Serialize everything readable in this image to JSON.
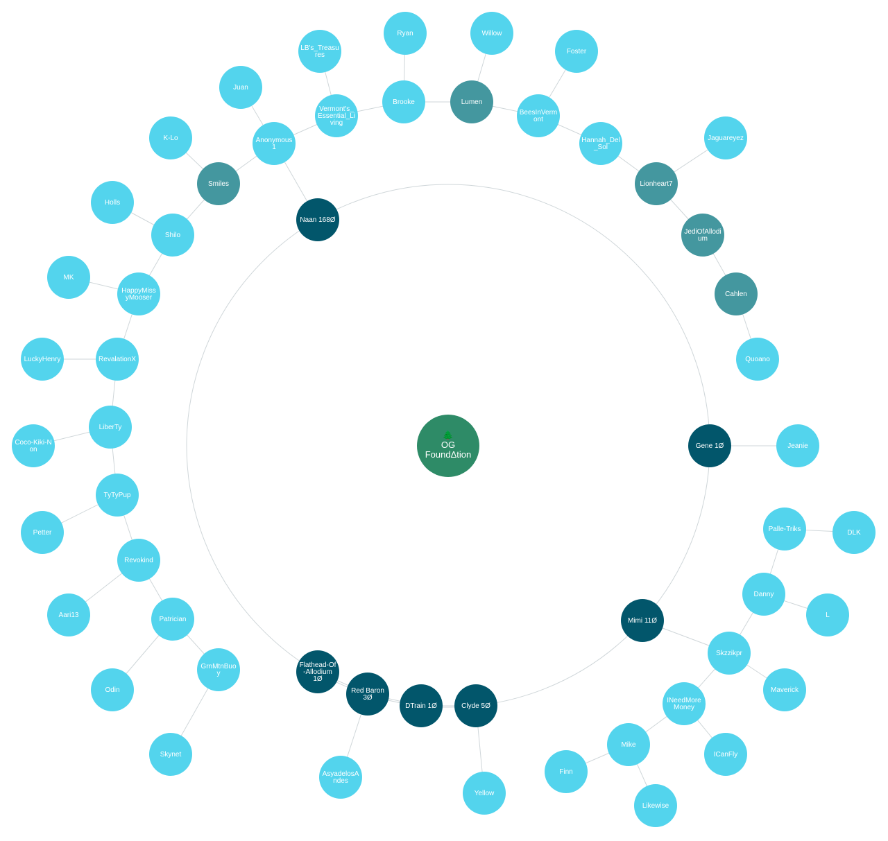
{
  "colors": {
    "root": "#2e8b67",
    "member": "#02566b",
    "linked": "#44979f",
    "leaf": "#53d4ed",
    "edge": "#cfd6d9",
    "text": "#ffffff"
  },
  "root": {
    "id": "og",
    "lines": [
      "🌲",
      "OG",
      "FoundΔtion"
    ]
  },
  "ring_members": [
    "naan",
    "gene",
    "mimi",
    "clyde",
    "dtrain",
    "redbaron",
    "flathead"
  ],
  "nodes": [
    {
      "id": "og",
      "label": "OG FoundΔtion",
      "kind": "root"
    },
    {
      "id": "naan",
      "label": "Naan 168Ø",
      "kind": "member"
    },
    {
      "id": "gene",
      "label": "Gene 1Ø",
      "kind": "member"
    },
    {
      "id": "mimi",
      "label": "Mimi 11Ø",
      "kind": "member"
    },
    {
      "id": "clyde",
      "label": "Clyde 5Ø",
      "kind": "member"
    },
    {
      "id": "dtrain",
      "label": "DTrain 1Ø",
      "kind": "member"
    },
    {
      "id": "redbaron",
      "label": "Red Baron 3Ø",
      "kind": "member"
    },
    {
      "id": "flathead",
      "label": "Flathead-Of-Allodium 1Ø",
      "kind": "member"
    },
    {
      "id": "smiles",
      "label": "Smiles",
      "kind": "linked"
    },
    {
      "id": "lumen",
      "label": "Lumen",
      "kind": "linked"
    },
    {
      "id": "lionheart7",
      "label": "Lionheart7",
      "kind": "linked"
    },
    {
      "id": "jedi",
      "label": "JediOfAllodium",
      "kind": "linked"
    },
    {
      "id": "cahlen",
      "label": "Cahlen",
      "kind": "linked"
    },
    {
      "id": "anonymous1",
      "label": "Anonymous1",
      "kind": "leaf"
    },
    {
      "id": "juan",
      "label": "Juan",
      "kind": "leaf"
    },
    {
      "id": "vermonts",
      "label": "Vermont's_Essential_Living",
      "kind": "leaf"
    },
    {
      "id": "lbs",
      "label": "LB's_Treasures",
      "kind": "leaf"
    },
    {
      "id": "brooke",
      "label": "Brooke",
      "kind": "leaf"
    },
    {
      "id": "ryan",
      "label": "Ryan",
      "kind": "leaf"
    },
    {
      "id": "willow",
      "label": "Willow",
      "kind": "leaf"
    },
    {
      "id": "bees",
      "label": "BeesInVermont",
      "kind": "leaf"
    },
    {
      "id": "foster",
      "label": "Foster",
      "kind": "leaf"
    },
    {
      "id": "hannah",
      "label": "Hannah_Del_Sol",
      "kind": "leaf"
    },
    {
      "id": "jaguareyez",
      "label": "Jaguareyez",
      "kind": "leaf"
    },
    {
      "id": "quoano",
      "label": "Quoano",
      "kind": "leaf"
    },
    {
      "id": "jeanie",
      "label": "Jeanie",
      "kind": "leaf"
    },
    {
      "id": "kllo",
      "label": "K-Lo",
      "kind": "leaf"
    },
    {
      "id": "holls",
      "label": "Holls",
      "kind": "leaf"
    },
    {
      "id": "shilo",
      "label": "Shilo",
      "kind": "leaf"
    },
    {
      "id": "mk",
      "label": "MK",
      "kind": "leaf"
    },
    {
      "id": "happymiss",
      "label": "HappyMissyMooser",
      "kind": "leaf"
    },
    {
      "id": "luckyhenry",
      "label": "LuckyHenry",
      "kind": "leaf"
    },
    {
      "id": "revelationx",
      "label": "RevalationX",
      "kind": "leaf"
    },
    {
      "id": "liberty",
      "label": "LiberTy",
      "kind": "leaf"
    },
    {
      "id": "coco",
      "label": "Coco-Kiki-Non",
      "kind": "leaf"
    },
    {
      "id": "tytypup",
      "label": "TyTyPup",
      "kind": "leaf"
    },
    {
      "id": "petter",
      "label": "Petter",
      "kind": "leaf"
    },
    {
      "id": "revokind",
      "label": "Revokind",
      "kind": "leaf"
    },
    {
      "id": "aari13",
      "label": "Aari13",
      "kind": "leaf"
    },
    {
      "id": "patrician",
      "label": "Patrician",
      "kind": "leaf"
    },
    {
      "id": "odin",
      "label": "Odin",
      "kind": "leaf"
    },
    {
      "id": "grnmtn",
      "label": "GrnMtnBuoy",
      "kind": "leaf"
    },
    {
      "id": "skynet",
      "label": "Skynet",
      "kind": "leaf"
    },
    {
      "id": "asyadelos",
      "label": "AsyadelosAndes",
      "kind": "leaf"
    },
    {
      "id": "yellow",
      "label": "Yellow",
      "kind": "leaf"
    },
    {
      "id": "pallet",
      "label": "Palle-Triks",
      "kind": "leaf"
    },
    {
      "id": "dlk",
      "label": "DLK",
      "kind": "leaf"
    },
    {
      "id": "danny",
      "label": "Danny",
      "kind": "leaf"
    },
    {
      "id": "l",
      "label": "L",
      "kind": "leaf"
    },
    {
      "id": "skzzikpr",
      "label": "Skzzikpr",
      "kind": "leaf"
    },
    {
      "id": "maverick",
      "label": "Maverick",
      "kind": "leaf"
    },
    {
      "id": "ineed",
      "label": "INeedMoreMoney",
      "kind": "leaf"
    },
    {
      "id": "icanfly",
      "label": "ICanFly",
      "kind": "leaf"
    },
    {
      "id": "mike",
      "label": "Mike",
      "kind": "leaf"
    },
    {
      "id": "finn",
      "label": "Finn",
      "kind": "leaf"
    },
    {
      "id": "likewise",
      "label": "Likewise",
      "kind": "leaf"
    }
  ],
  "edges": [
    [
      "naan",
      "anonymous1"
    ],
    [
      "anonymous1",
      "juan"
    ],
    [
      "anonymous1",
      "vermonts"
    ],
    [
      "vermonts",
      "lbs"
    ],
    [
      "vermonts",
      "brooke"
    ],
    [
      "brooke",
      "ryan"
    ],
    [
      "brooke",
      "lumen"
    ],
    [
      "lumen",
      "willow"
    ],
    [
      "lumen",
      "bees"
    ],
    [
      "bees",
      "foster"
    ],
    [
      "bees",
      "hannah"
    ],
    [
      "hannah",
      "lionheart7"
    ],
    [
      "lionheart7",
      "jaguareyez"
    ],
    [
      "lionheart7",
      "jedi"
    ],
    [
      "jedi",
      "cahlen"
    ],
    [
      "cahlen",
      "quoano"
    ],
    [
      "anonymous1",
      "smiles"
    ],
    [
      "smiles",
      "kllo"
    ],
    [
      "smiles",
      "shilo"
    ],
    [
      "shilo",
      "holls"
    ],
    [
      "shilo",
      "happymiss"
    ],
    [
      "happymiss",
      "mk"
    ],
    [
      "happymiss",
      "revelationx"
    ],
    [
      "revelationx",
      "luckyhenry"
    ],
    [
      "revelationx",
      "liberty"
    ],
    [
      "liberty",
      "coco"
    ],
    [
      "liberty",
      "tytypup"
    ],
    [
      "tytypup",
      "petter"
    ],
    [
      "tytypup",
      "revokind"
    ],
    [
      "revokind",
      "aari13"
    ],
    [
      "revokind",
      "patrician"
    ],
    [
      "patrician",
      "odin"
    ],
    [
      "patrician",
      "grnmtn"
    ],
    [
      "grnmtn",
      "skynet"
    ],
    [
      "gene",
      "jeanie"
    ],
    [
      "mimi",
      "skzzikpr"
    ],
    [
      "skzzikpr",
      "danny"
    ],
    [
      "skzzikpr",
      "maverick"
    ],
    [
      "skzzikpr",
      "ineed"
    ],
    [
      "danny",
      "pallet"
    ],
    [
      "danny",
      "l"
    ],
    [
      "pallet",
      "dlk"
    ],
    [
      "ineed",
      "icanfly"
    ],
    [
      "ineed",
      "mike"
    ],
    [
      "mike",
      "finn"
    ],
    [
      "mike",
      "likewise"
    ],
    [
      "redbaron",
      "flathead"
    ],
    [
      "redbaron",
      "dtrain"
    ],
    [
      "redbaron",
      "asyadelos"
    ],
    [
      "dtrain",
      "clyde"
    ],
    [
      "clyde",
      "yellow"
    ]
  ]
}
